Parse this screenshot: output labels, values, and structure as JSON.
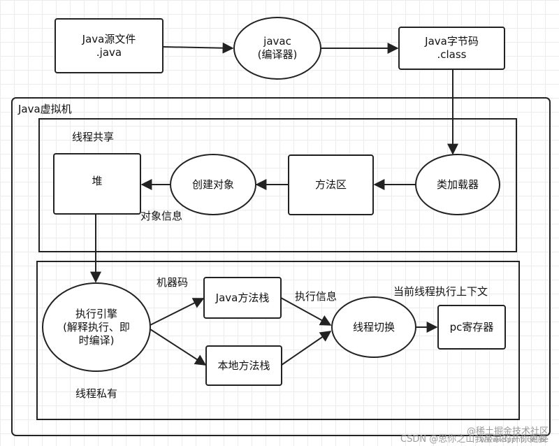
{
  "nodes": {
    "java_source": "Java源文件\n.java",
    "javac": "javac\n(编译器)",
    "bytecode": "Java字节码\n.class",
    "heap": "堆",
    "create_object": "创建对象",
    "method_area": "方法区",
    "class_loader": "类加载器",
    "exec_engine": "执行引擎\n(解释执行、即\n时编译)",
    "java_stack": "Java方法栈",
    "native_stack": "本地方法栈",
    "thread_switch": "线程切换",
    "pc_register": "pc寄存器"
  },
  "labels": {
    "jvm": "Java虚拟机",
    "shared": "线程共享",
    "private": "线程私有",
    "object_info": "对象信息",
    "machine_code": "机器码",
    "exec_info": "执行信息",
    "context": "当前线程执行上下文"
  },
  "watermark": {
    "line1": "@稀土掘金技术社区",
    "line2": "CSDN @思你之山我至家的开你更要",
    "line3": "www.kspphp.online"
  }
}
